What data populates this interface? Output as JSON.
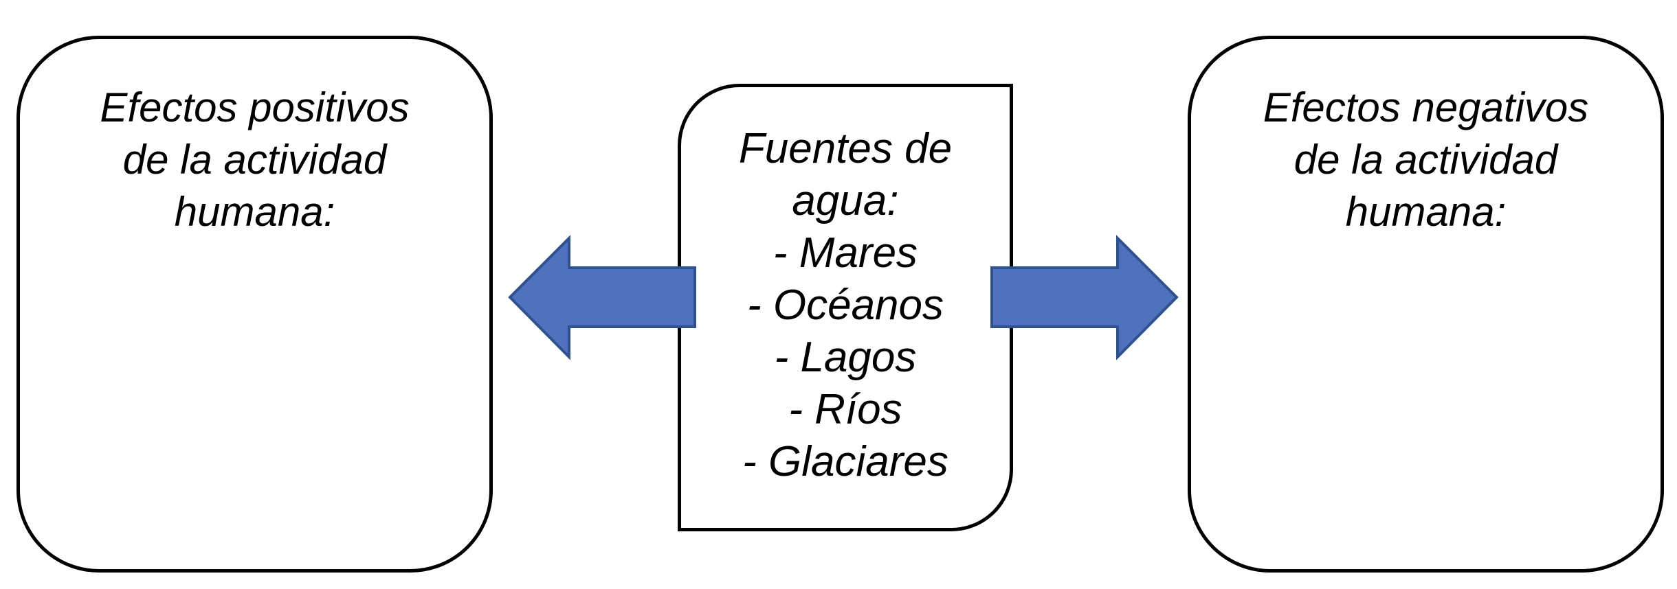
{
  "diagram": {
    "left_box": {
      "lines": [
        "Efectos positivos",
        "de la actividad",
        "humana:"
      ]
    },
    "center_box": {
      "title_lines": [
        "Fuentes de",
        "agua:"
      ],
      "items": [
        "- Mares",
        "- Océanos",
        "- Lagos",
        "- Ríos",
        "- Glaciares"
      ]
    },
    "right_box": {
      "lines": [
        "Efectos negativos",
        "de la actividad",
        "humana:"
      ]
    },
    "arrows": [
      {
        "direction": "left",
        "from": "center_box",
        "to": "left_box"
      },
      {
        "direction": "right",
        "from": "center_box",
        "to": "right_box"
      }
    ],
    "colors": {
      "arrow_fill": "#4F71BE",
      "arrow_stroke": "#2F528F",
      "box_border": "#000000"
    }
  }
}
